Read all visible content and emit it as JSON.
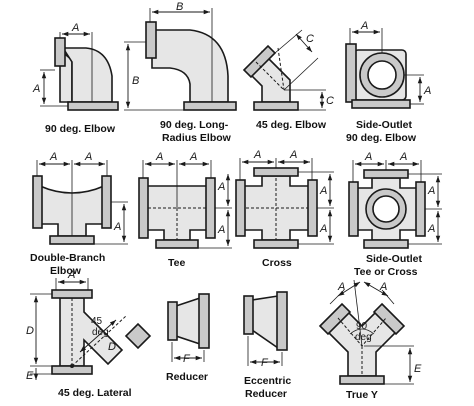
{
  "captions": {
    "elbow90": "90 deg. Elbow",
    "long_radius": [
      "90 deg. Long-",
      "Radius Elbow"
    ],
    "elbow45": "45 deg. Elbow",
    "side_outlet_elbow": [
      "Side-Outlet",
      "90 deg. Elbow"
    ],
    "double_branch": [
      "Double-Branch",
      "Elbow"
    ],
    "tee": "Tee",
    "cross": "Cross",
    "side_outlet_tee": [
      "Side-Outlet",
      "Tee or Cross"
    ],
    "lateral45": "45 deg. Lateral",
    "reducer": "Reducer",
    "eccentric_reducer": [
      "Eccentric",
      "Reducer"
    ],
    "true_y": "True Y"
  },
  "dims": {
    "A": "A",
    "B": "B",
    "C": "C",
    "D": "D",
    "E": "E",
    "F": "F"
  },
  "angles": {
    "lateral": [
      "45",
      "deg"
    ],
    "true_y": [
      "90",
      "deg"
    ]
  }
}
